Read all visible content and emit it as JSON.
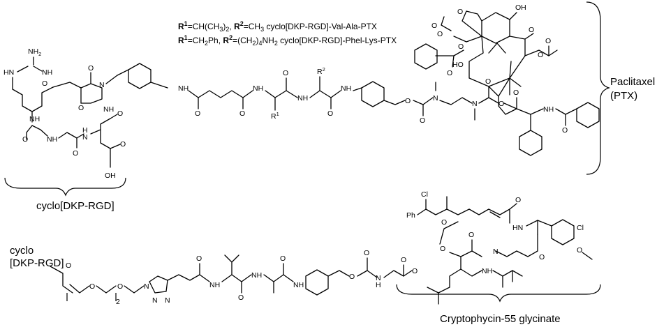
{
  "legend": {
    "line1": {
      "r1_label": "R",
      "r1_sup": "1",
      "r1_value": "=CH(CH",
      "r1_sub": "3",
      "r1_tail": ")",
      "r1_sub2": "2",
      "sep": ", ",
      "r2_label": "R",
      "r2_sup": "2",
      "r2_value": "=CH",
      "r2_sub": "3",
      "name": " cyclo[DKP-RGD]-Val-Ala-PTX"
    },
    "line2": {
      "r1_label": "R",
      "r1_sup": "1",
      "r1_value": "=CH",
      "r1_sub": "2",
      "r1_tail": "Ph, ",
      "r2_label": "R",
      "r2_sup": "2",
      "r2_value": "=(CH",
      "r2_sub": "2",
      "r2_mid": ")",
      "r2_sub2": "4",
      "r2_tail": "NH",
      "r2_sub3": "2",
      "name": " cyclo[DKP-RGD]-Phel-Lys-PTX"
    }
  },
  "labels": {
    "paclitaxel": "Paclitaxel",
    "ptx": "(PTX)",
    "cyclo_dkp_rgd": "cyclo[DKP-RGD]",
    "cyclo_top": "cyclo",
    "cyclo_bottom": "[DKP-RGD]",
    "cryptophycin": "Cryptophycin-55 glycinate",
    "peg_subscript": "2"
  },
  "atoms": {
    "nh2": "NH",
    "nh2_sub": "2",
    "hn": "HN",
    "nh": "NH",
    "n": "N",
    "o": "O",
    "oh": "OH",
    "ho": "HO",
    "h": "H",
    "r1": "R",
    "r1_sup": "1",
    "r2": "R",
    "r2_sup": "2",
    "cl": "Cl",
    "ph": "Ph"
  }
}
